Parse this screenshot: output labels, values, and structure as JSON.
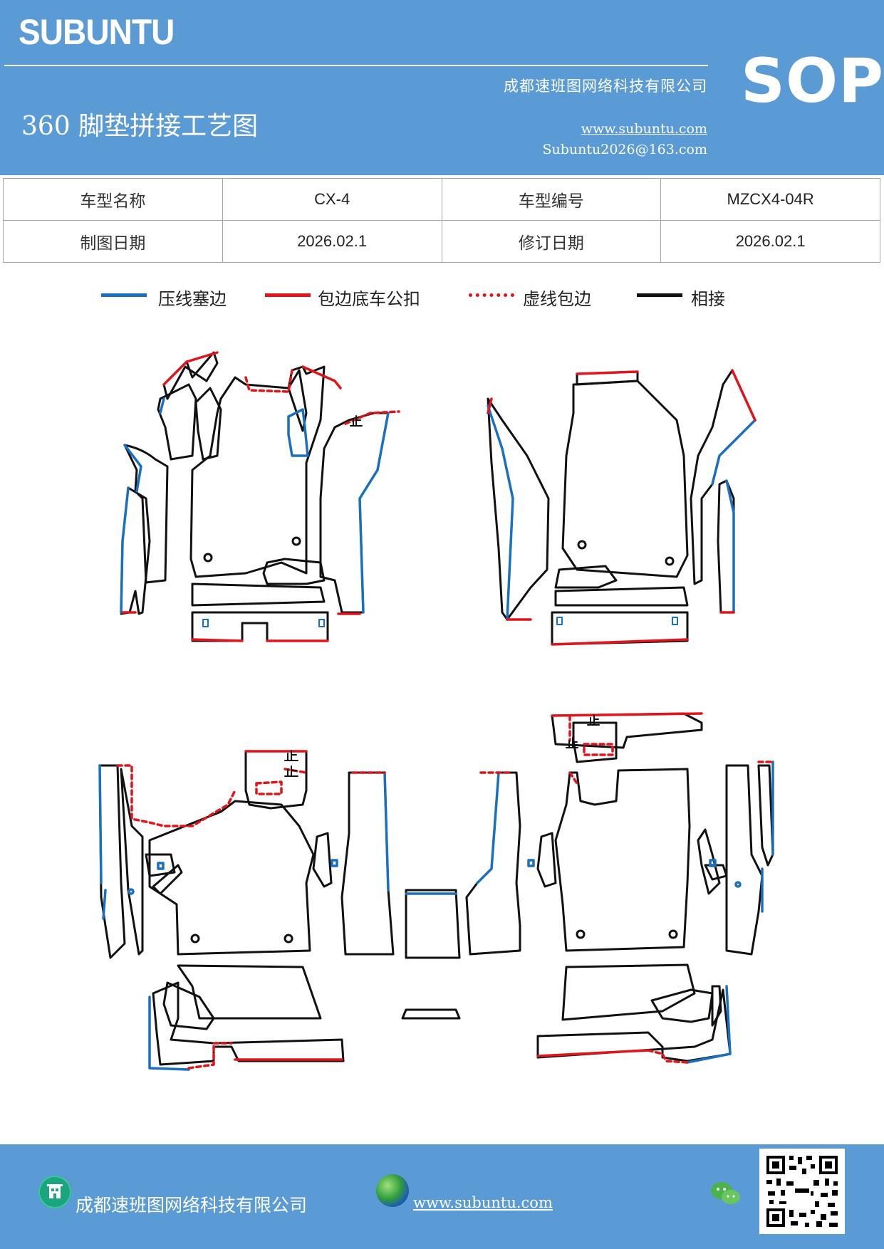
{
  "header": {
    "brand": "SUBUNTU",
    "sop": "SOP",
    "company": "成都速班图网络科技有限公司",
    "title": "360 脚垫拼接工艺图",
    "website": "www.subuntu.com",
    "email": "Subuntu2026@163.com",
    "background_color": "#5b9bd5"
  },
  "info_table": {
    "rows": [
      [
        {
          "text": "车型名称",
          "type": "label"
        },
        {
          "text": "CX-4",
          "type": "value"
        },
        {
          "text": "车型编号",
          "type": "label"
        },
        {
          "text": "MZCX4-04R",
          "type": "value"
        }
      ],
      [
        {
          "text": "制图日期",
          "type": "label"
        },
        {
          "text": "2026.02.1",
          "type": "value"
        },
        {
          "text": "修订日期",
          "type": "label"
        },
        {
          "text": "2026.02.1",
          "type": "value"
        }
      ]
    ]
  },
  "legend": [
    {
      "label": "压线塞边",
      "color": "#1a6fbf",
      "style": "solid"
    },
    {
      "label": "包边底车公扣",
      "color": "#e2141b",
      "style": "solid"
    },
    {
      "label": "虚线包边",
      "color": "#e2141b",
      "style": "dashed"
    },
    {
      "label": "相接",
      "color": "#111111",
      "style": "solid"
    }
  ],
  "footer": {
    "company": "成都速班图网络科技有限公司",
    "website": "www.subuntu.com",
    "icons": [
      "building-icon",
      "globe-icon",
      "wechat-icon",
      "qr-code"
    ]
  }
}
